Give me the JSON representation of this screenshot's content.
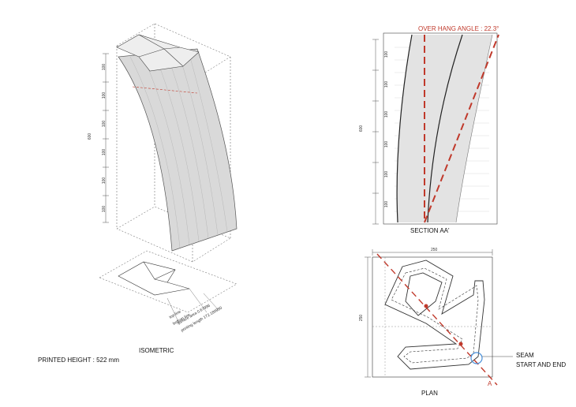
{
  "isometric": {
    "caption": "ISOMETRIC",
    "printed_height": "PRINTED HEIGHT : 522 mm",
    "dims": [
      "100",
      "100",
      "100",
      "100",
      "100",
      "100"
    ],
    "total_dim": "600",
    "notes": [
      "top line",
      "bottom line",
      "surface area    0.67996",
      "printing length    172.180990"
    ]
  },
  "section": {
    "title": "OVER HANG ANGLE : 22.3°",
    "caption": "SECTION AA'",
    "dims": [
      "100",
      "100",
      "100",
      "100",
      "100",
      "100"
    ],
    "total_dim": "600"
  },
  "plan": {
    "caption": "PLAN",
    "width_dim": "250",
    "height_dim": "250",
    "section_marker": "A",
    "seam_label_1": "SEAM",
    "seam_label_2": "START AND END"
  },
  "colors": {
    "accent_red": "#c0392b",
    "line": "#333333",
    "light": "#9a9a9a",
    "fill": "#d8d8d8",
    "seam_blue": "#4a90d9"
  }
}
